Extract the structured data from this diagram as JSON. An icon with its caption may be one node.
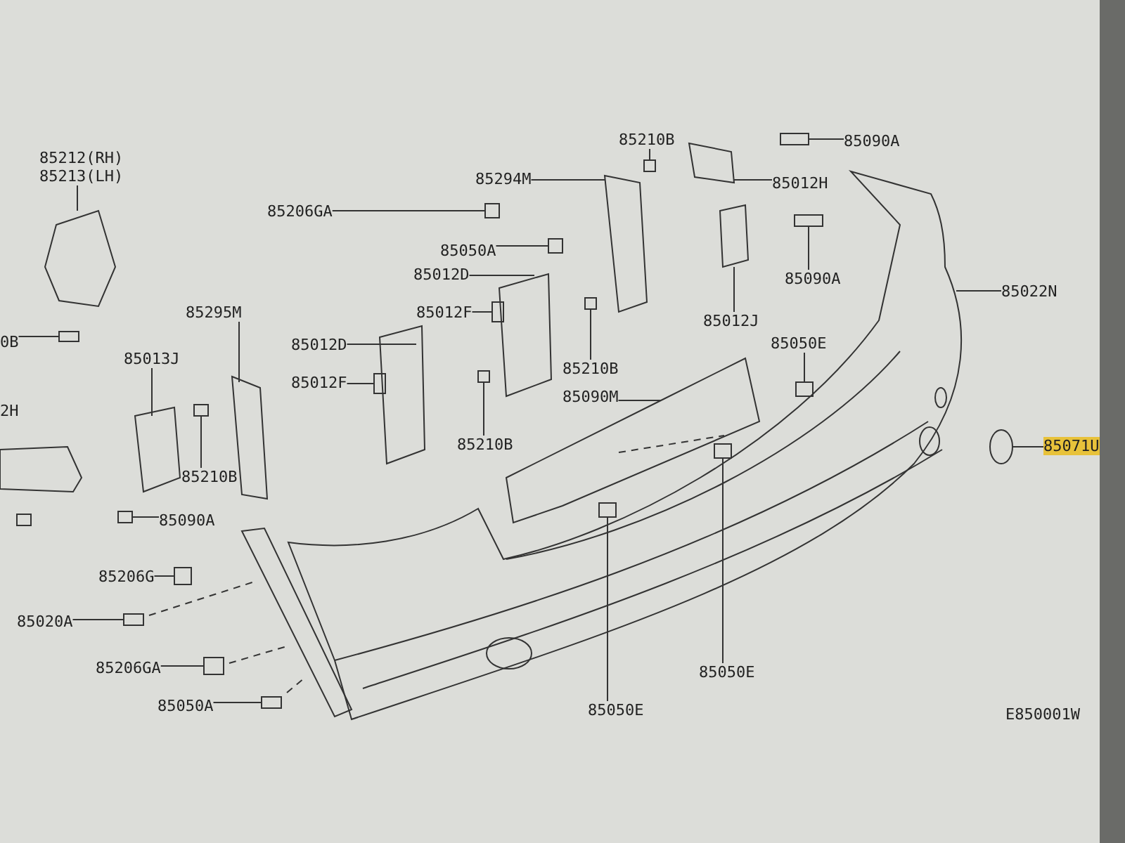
{
  "diagram": {
    "nodes": [
      {
        "text": [
          "85212(RH) 85213(LH)"
        ]
      },
      {
        "text": [
          "0B"
        ]
      },
      {
        "text": [
          "85013J"
        ]
      },
      {
        "text": [
          "85295M"
        ]
      },
      {
        "text": [
          "85210B"
        ]
      },
      {
        "text": [
          "85090A"
        ]
      },
      {
        "text": [
          "85206GA"
        ]
      },
      {
        "text": [
          "85050A"
        ]
      },
      {
        "text": [
          "85294M"
        ]
      },
      {
        "text": [
          "85210B"
        ]
      },
      {
        "text": [
          "85012D"
        ]
      },
      {
        "text": [
          "85012F"
        ]
      },
      {
        "text": [
          "85012D"
        ]
      },
      {
        "text": [
          "85012F"
        ]
      },
      {
        "text": [
          "85210B"
        ]
      },
      {
        "text": [
          "85210B"
        ]
      },
      {
        "text": [
          "85090M"
        ]
      },
      {
        "text": [
          "85090A"
        ]
      },
      {
        "text": [
          "85012H"
        ]
      },
      {
        "text": [
          "85090A"
        ]
      },
      {
        "text": [
          "85012J"
        ]
      },
      {
        "text": [
          "85050E"
        ]
      },
      {
        "text": [
          "85022N"
        ]
      },
      {
        "text": [
          "85071U"
        ]
      },
      {
        "text": [
          "85206G"
        ]
      },
      {
        "text": [
          "85020A"
        ]
      },
      {
        "text": [
          "85206GA"
        ]
      },
      {
        "text": [
          "85050A"
        ]
      },
      {
        "text": [
          "85050E"
        ]
      },
      {
        "text": [
          "85050E"
        ]
      },
      {
        "text": [],
        "shape": "picture"
      },
      {
        "text": [],
        "shape": "box"
      },
      {
        "text": [],
        "shape": "picture"
      },
      {
        "text": [],
        "shape": "picture"
      },
      {
        "text": [],
        "shape": "box"
      },
      {
        "text": [],
        "shape": "box"
      },
      {
        "text": [],
        "shape": "box"
      },
      {
        "text": [],
        "shape": "box"
      },
      {
        "text": [],
        "shape": "picture"
      },
      {
        "text": [],
        "shape": "box"
      },
      {
        "text": [],
        "shape": "picture"
      },
      {
        "text": [],
        "shape": "box"
      },
      {
        "text": [],
        "shape": "picture"
      },
      {
        "text": [],
        "shape": "box"
      },
      {
        "text": [],
        "shape": "box"
      },
      {
        "text": [],
        "shape": "box"
      },
      {
        "text": [],
        "shape": "picture"
      },
      {
        "text": [],
        "shape": "box"
      },
      {
        "text": [],
        "shape": "picture"
      },
      {
        "text": [],
        "shape": "box"
      },
      {
        "text": [],
        "shape": "picture"
      },
      {
        "text": [],
        "shape": "box"
      },
      {
        "text": [],
        "shape": "picture"
      },
      {
        "text": [],
        "shape": "circle"
      },
      {
        "text": [],
        "shape": "box"
      },
      {
        "text": [],
        "shape": "box"
      },
      {
        "text": [],
        "shape": "box"
      },
      {
        "text": [],
        "shape": "box"
      },
      {
        "text": [],
        "shape": "box"
      },
      {
        "text": [],
        "shape": "box"
      }
    ],
    "edges": [
      {
        "from": 0,
        "to": 30,
        "arrow": "none"
      },
      {
        "from": 1,
        "to": 31,
        "arrow": "none"
      },
      {
        "from": 2,
        "to": 32,
        "arrow": "none"
      },
      {
        "from": 3,
        "to": 33,
        "arrow": "none"
      },
      {
        "from": 4,
        "to": 34,
        "arrow": "none"
      },
      {
        "from": 5,
        "to": 35,
        "arrow": "none"
      },
      {
        "from": 6,
        "to": 36,
        "arrow": "none"
      },
      {
        "from": 7,
        "to": 37,
        "arrow": "none"
      },
      {
        "from": 8,
        "to": 38,
        "arrow": "none"
      },
      {
        "from": 9,
        "to": 39,
        "arrow": "none"
      },
      {
        "from": 10,
        "to": 40,
        "arrow": "none"
      },
      {
        "from": 11,
        "to": 41,
        "arrow": "none"
      },
      {
        "from": 12,
        "to": 42,
        "arrow": "none"
      },
      {
        "from": 13,
        "to": 43,
        "arrow": "none"
      },
      {
        "from": 14,
        "to": 44,
        "arrow": "none"
      },
      {
        "from": 15,
        "to": 45,
        "arrow": "none"
      },
      {
        "from": 16,
        "to": 46,
        "arrow": "none"
      },
      {
        "from": 17,
        "to": 47,
        "arrow": "none"
      },
      {
        "from": 18,
        "to": 48,
        "arrow": "none"
      },
      {
        "from": 19,
        "to": 49,
        "arrow": "none"
      },
      {
        "from": 20,
        "to": 50,
        "arrow": "none"
      },
      {
        "from": 21,
        "to": 51,
        "arrow": "none"
      },
      {
        "from": 22,
        "to": 52,
        "arrow": "none"
      },
      {
        "from": 23,
        "to": 53,
        "arrow": "none"
      },
      {
        "from": 24,
        "to": 54,
        "arrow": "none"
      },
      {
        "from": 25,
        "to": 55,
        "arrow": "none"
      },
      {
        "from": 26,
        "to": 56,
        "arrow": "none"
      },
      {
        "from": 27,
        "to": 57,
        "arrow": "none"
      },
      {
        "from": 28,
        "to": 58,
        "arrow": "none"
      },
      {
        "from": 29,
        "to": 59,
        "arrow": "none"
      }
    ],
    "labels": [
      "2H",
      "E850001W"
    ]
  }
}
